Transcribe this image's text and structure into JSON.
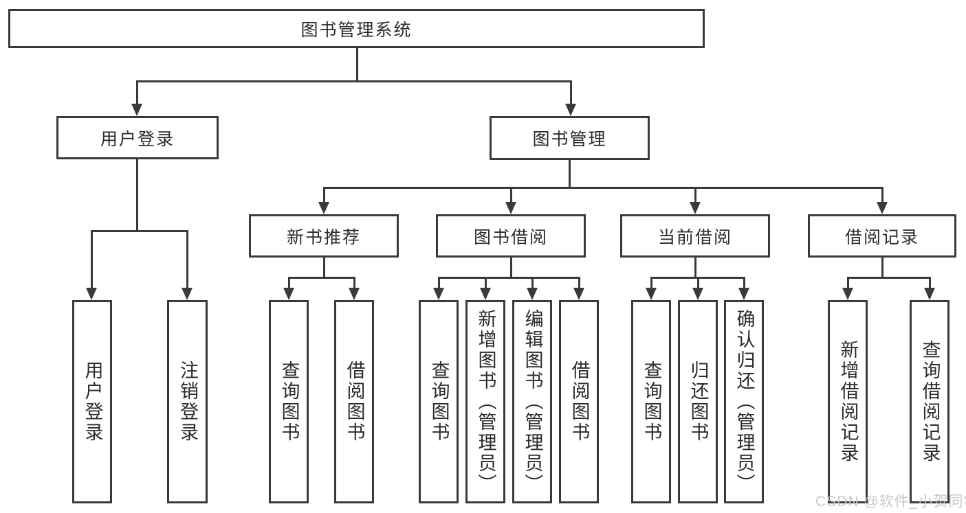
{
  "diagram": {
    "title": "图书管理系统",
    "root": {
      "label": "图书管理系统"
    },
    "level1": {
      "user_login": "用户登录",
      "book_management": "图书管理"
    },
    "level2": {
      "new_book_recommendation": "新书推荐",
      "book_borrowing": "图书借阅",
      "current_borrowing": "当前借阅",
      "borrowing_records": "借阅记录"
    },
    "leaves": {
      "user_login": [
        "用户登录",
        "注销登录"
      ],
      "new_book_recommendation": [
        "查询图书",
        "借阅图书"
      ],
      "book_borrowing": [
        "查询图书",
        "新增图书（管理员）",
        "编辑图书（管理员）",
        "借阅图书"
      ],
      "current_borrowing": [
        "查询图书",
        "归还图书",
        "确认归还（管理员）"
      ],
      "borrowing_records": [
        "新增借阅记录",
        "查询借阅记录"
      ]
    }
  },
  "watermark": "CSDN @软件_小贺同学",
  "colors": {
    "line": "#3a3a3a",
    "text": "#2b2b2b",
    "background": "#ffffff",
    "watermark": "#c6c6c6"
  }
}
